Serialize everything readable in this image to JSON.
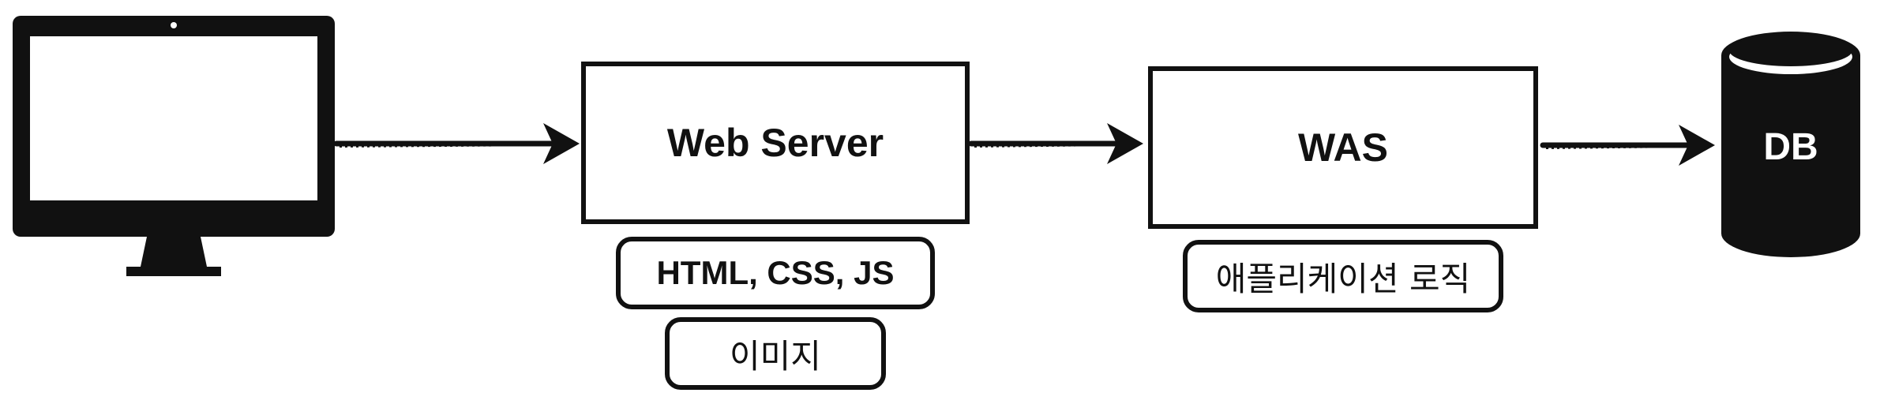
{
  "nodes": {
    "web_server": {
      "label": "Web Server"
    },
    "was": {
      "label": "WAS"
    },
    "db": {
      "label": "DB"
    }
  },
  "tags": {
    "web_server": [
      "HTML, CSS, JS",
      "이미지"
    ],
    "was": [
      "애플리케이션 로직"
    ]
  },
  "icons": {
    "client": "desktop-monitor-icon",
    "database": "database-cylinder-icon"
  },
  "colors": {
    "stroke": "#111111",
    "background": "#ffffff"
  }
}
